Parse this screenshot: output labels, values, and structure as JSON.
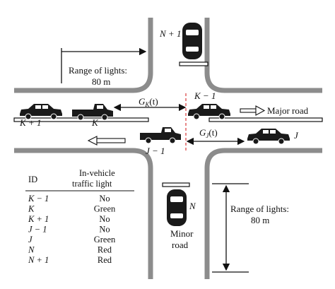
{
  "diagram": {
    "labels": {
      "range_top": "Range of lights:",
      "range_top_value": "80 m",
      "range_right": "Range of lights:",
      "range_right_value": "80 m",
      "major_road": "Major road",
      "minor_road_line1": "Minor",
      "minor_road_line2": "road",
      "gk": "G",
      "gk_sub": "K",
      "gk_arg": "(t)",
      "gj": "G",
      "gj_sub": "J",
      "gj_arg": "(t)"
    },
    "vehicles": {
      "k_minus_1": "K − 1",
      "k_plus_1": "K + 1",
      "k": "K",
      "j_minus_1": "J − 1",
      "j": "J",
      "n": "N",
      "n_plus_1": "N + 1"
    },
    "table": {
      "header_id": "ID",
      "header_light_1": "In-vehicle",
      "header_light_2": "traffic light",
      "rows": [
        {
          "id": "K − 1",
          "light": "No"
        },
        {
          "id": "K",
          "light": "Green"
        },
        {
          "id": "K + 1",
          "light": "No"
        },
        {
          "id": "J − 1",
          "light": "No"
        },
        {
          "id": "J",
          "light": "Green"
        },
        {
          "id": "N",
          "light": "Red"
        },
        {
          "id": "N + 1",
          "light": "Red"
        }
      ]
    },
    "colors": {
      "road_edge": "#8c8c8c",
      "ink": "#111111",
      "car_body": "#1a1a1a",
      "dashed_stop_line": "#e06060"
    }
  }
}
